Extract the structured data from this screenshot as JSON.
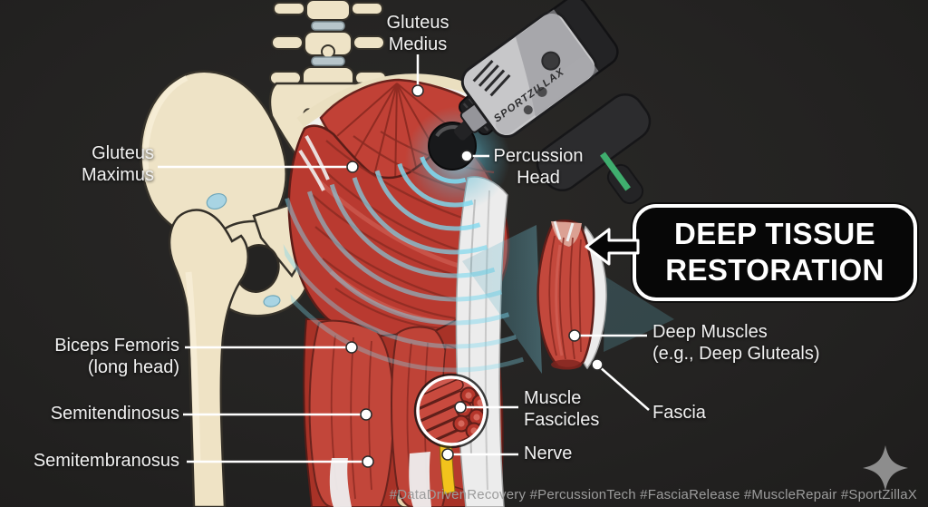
{
  "title_box": {
    "text": "DEEP TISSUE\nRESTORATION"
  },
  "device": {
    "brand": "SPORTZILLAX"
  },
  "labels": {
    "gluteus_medius": "Gluteus\nMedius",
    "percussion_head": "Percussion\nHead",
    "gluteus_maximus": "Gluteus\nMaximus",
    "biceps_femoris": "Biceps Femoris\n(long head)",
    "semitendinosus": "Semitendinosus",
    "semitembranosus": "Semitembranosus",
    "muscle_fascicles": "Muscle\nFascicles",
    "nerve": "Nerve",
    "deep_muscles": "Deep Muscles\n(e.g., Deep Gluteals)",
    "fascia": "Fascia"
  },
  "footer": {
    "hashtags": "#DataDrivenRecovery #PercussionTech #FasciaRelease #MuscleRepair #SportZillaX"
  },
  "icons": {
    "sparkle": "four-point-star-sparkle",
    "bubble_arrow": "arrow-left"
  },
  "colors": {
    "background": "#242322",
    "muscle_red": "#c0392f",
    "muscle_striation": "#8a2a22",
    "bone_cream": "#eee3c6",
    "fascia_white": "#ececec",
    "percussion_teal": "#7ed8ee",
    "nerve_yellow": "#f2c31c",
    "cartilage_blue": "#a8d4e3",
    "device_gray": "#c7c7c9",
    "device_green": "#3fae6e",
    "label_text": "#f1f1f1",
    "hashtag_gray": "#9c9c9c"
  }
}
